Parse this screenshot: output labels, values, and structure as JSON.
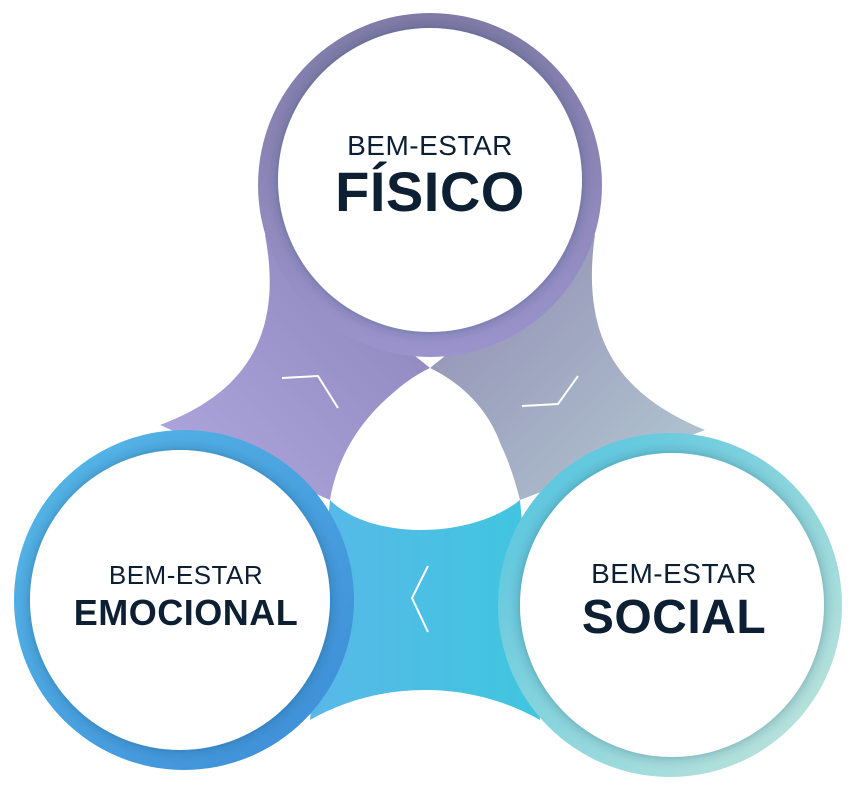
{
  "nodes": {
    "fisico": {
      "line1": "BEM-ESTAR",
      "line2": "FÍSICO"
    },
    "emocional": {
      "line1": "BEM-ESTAR",
      "line2": "EMOCIONAL"
    },
    "social": {
      "line1": "BEM-ESTAR",
      "line2": "SOCIAL"
    }
  },
  "colors": {
    "purple_dark": "#7d7aa8",
    "purple_light": "#a59ed4",
    "blue_dark": "#3c8ed6",
    "cyan": "#4fc4e0",
    "teal_light": "#bfe3d8",
    "grey_blue": "#a5b6c6",
    "text": "#0d1f33"
  },
  "icons": [
    "chevron-arrow-icon",
    "chevron-arrow-icon",
    "chevron-arrow-icon"
  ]
}
